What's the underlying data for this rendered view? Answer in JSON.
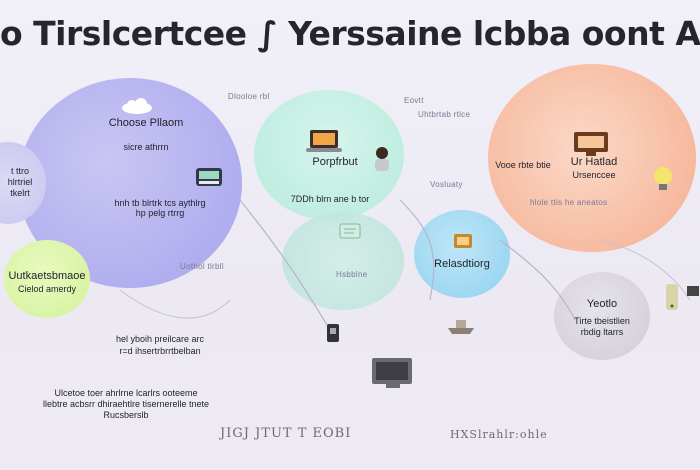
{
  "title": "o Tirslcertcee ∫ Yerssaine lcbba oont Acoun",
  "nodes": {
    "choose": {
      "title": "Choose Pllaom",
      "sub": "sicre athrrn"
    },
    "choose_desc": {
      "line1": "hnh tb blrtrk tcs aythlrg",
      "line2": "hp pelg rtrrg"
    },
    "prepfort": {
      "title": "Porpfrbut"
    },
    "prepfort_desc": {
      "line1": "7DDh blrn ane b tor"
    },
    "uptract": {
      "title": "Ur Hatlad",
      "sub": "Ursenccee"
    },
    "vuo": {
      "line1": "Vooe rbte btie",
      "line2": "hlole ttis he aneatos"
    },
    "relactioong": {
      "title": "Relasdtiorg"
    },
    "left_node": {
      "line1": "t ttro",
      "line2": "hlrtriel",
      "line3": "tkelrt"
    },
    "green": {
      "title": "Uutkaetsbmaoe",
      "sub": "Cielod amerdy"
    },
    "grey": {
      "title": "Yeotlo",
      "line1": "Tirte tbeistlien",
      "line2": "rbdig ltarrs"
    },
    "center_desc": {
      "line1": "hel yboih preilcare arc",
      "line2": "r=d ihsertrbrrtbelban"
    },
    "bottom_desc": {
      "line1": "Ulcetoe toer ahrlrne lcarlrs ooteeme",
      "line2": "llebtre acbsrr dhiraehtlre tisernerelle tnete",
      "line3": "Rucsberslb"
    },
    "mid_labels": {
      "a": "Dlooloe rbl",
      "b": "Uhtbrtab rtlce",
      "c": "Eovtt",
      "d": "Hsbblne",
      "e": "Vosluaty",
      "f": "Uothol tlrbll"
    }
  },
  "footer": {
    "left": "JIGJ JTUT  T EOBI",
    "right": "HXSlrahlr:ohle"
  },
  "icons": [
    "cloud-icon",
    "laptop-icon",
    "person-icon",
    "device-icon",
    "book-icon",
    "ship-icon",
    "phone-icon",
    "monitor-icon",
    "bulb-icon",
    "computer-icon",
    "scroll-icon",
    "gear-icon"
  ]
}
